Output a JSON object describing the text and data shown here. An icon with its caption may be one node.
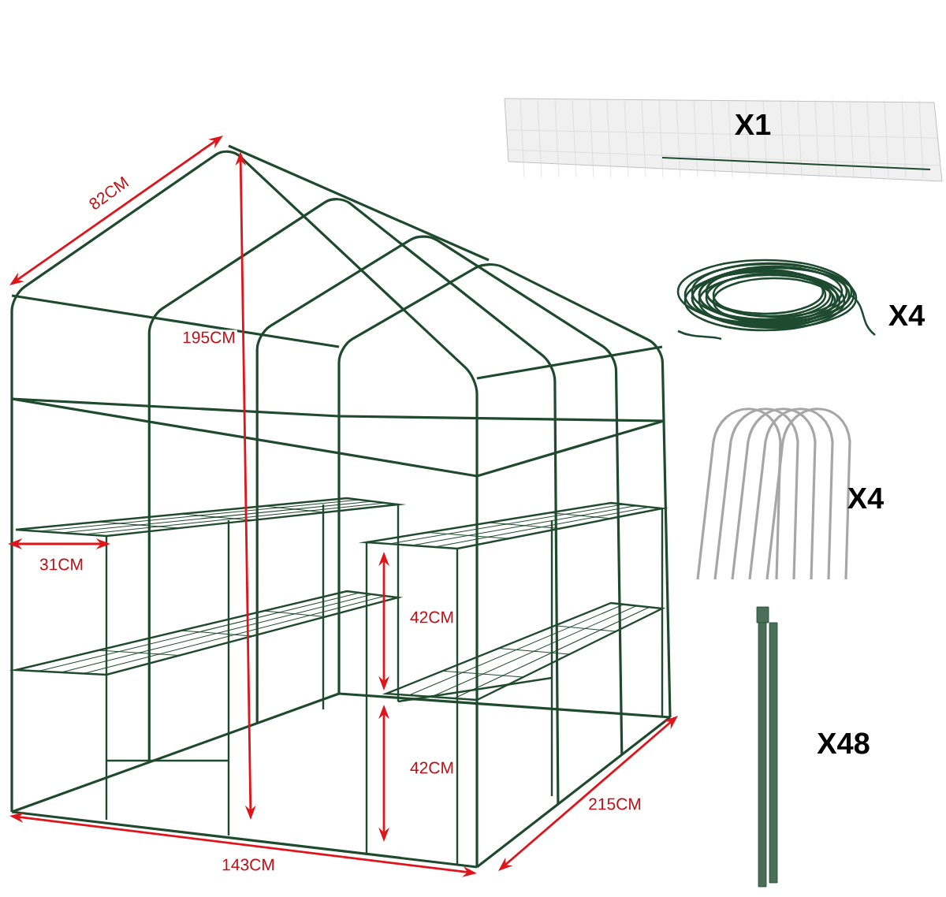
{
  "diagram": {
    "labels": [
      "X1",
      "82CM",
      "X4",
      "195CM",
      "X4",
      "31CM",
      "42CM",
      "X48",
      "42CM",
      "215CM",
      "143CM"
    ]
  }
}
